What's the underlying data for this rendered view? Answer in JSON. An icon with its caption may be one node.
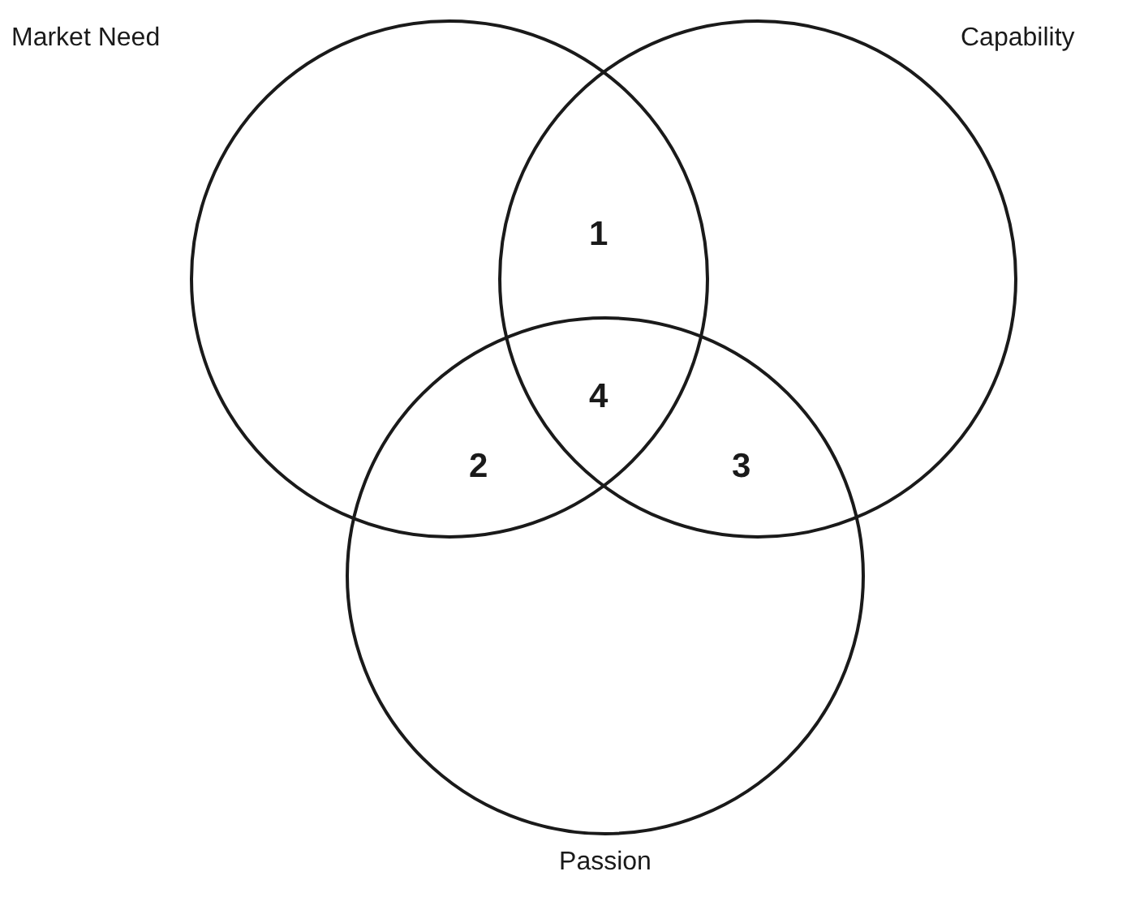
{
  "diagram": {
    "nodes": [
      {
        "text": [
          "Market Need"
        ]
      },
      {
        "text": [
          "Capability"
        ]
      },
      {
        "text": [
          "Passion"
        ]
      }
    ],
    "labels": [
      "1",
      "4",
      "2",
      "3"
    ]
  }
}
